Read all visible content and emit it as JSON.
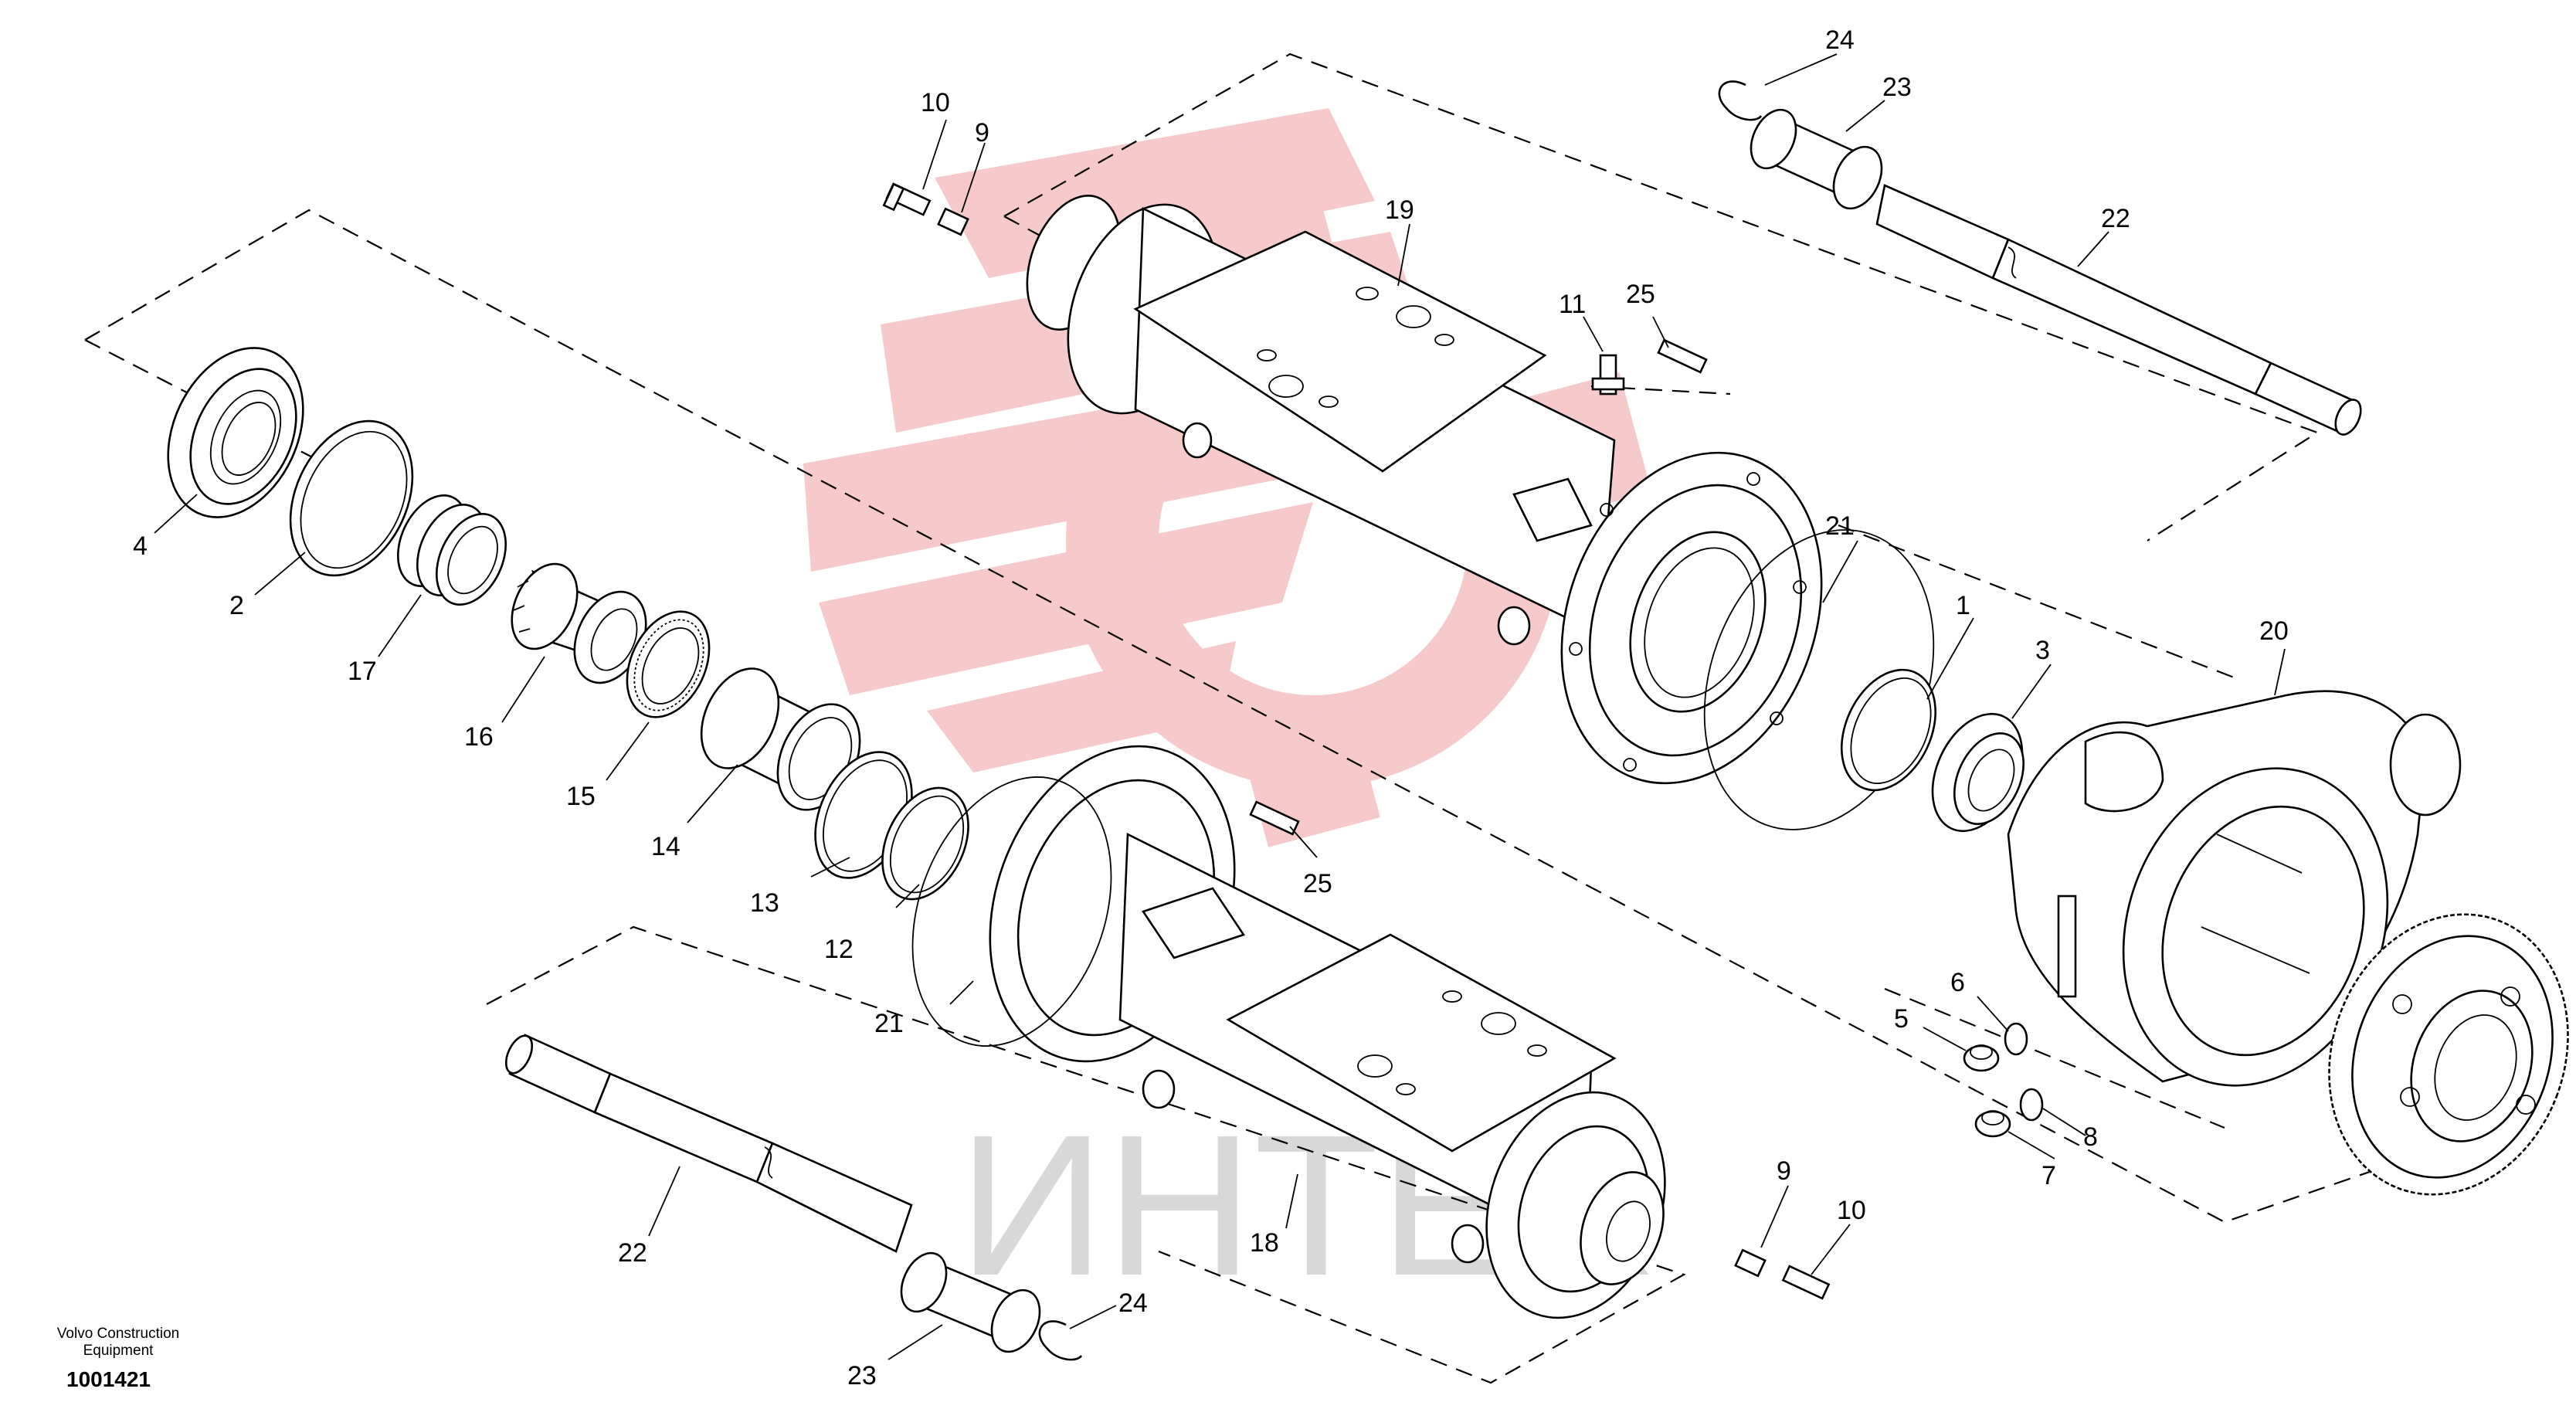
{
  "brand": {
    "line1": "Volvo Construction",
    "line2": "Equipment"
  },
  "document_number": "1001421",
  "watermark": {
    "text": "ИНТЕХ",
    "logo_color": "#f6c9cb",
    "text_color": "#d8d8d8"
  },
  "callouts": {
    "c1": "1",
    "c2": "2",
    "c3": "3",
    "c4": "4",
    "c5": "5",
    "c6": "6",
    "c7": "7",
    "c8": "8",
    "c9_top": "9",
    "c9_bottom": "9",
    "c10_top": "10",
    "c10_bottom": "10",
    "c11": "11",
    "c12": "12",
    "c13": "13",
    "c14": "14",
    "c15": "15",
    "c16": "16",
    "c17": "17",
    "c18": "18",
    "c19": "19",
    "c20": "20",
    "c21_upper": "21",
    "c21_lower": "21",
    "c22_upper": "22",
    "c22_lower": "22",
    "c23_upper": "23",
    "c23_lower": "23",
    "c24_upper": "24",
    "c24_lower": "24",
    "c25_upper": "25",
    "c25_lower": "25"
  }
}
